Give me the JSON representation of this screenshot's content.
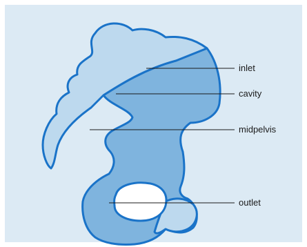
{
  "diagram": {
    "labels": {
      "inlet": "inlet",
      "cavity": "cavity",
      "midpelvis": "midpelvis",
      "outlet": "outlet"
    },
    "colors": {
      "background": "#dceaf4",
      "outline": "#1a73c8",
      "fill_dark": "#7fb4de",
      "fill_light": "#bdd9ee",
      "hole": "#ffffff",
      "leader": "#1a1a1a"
    }
  }
}
